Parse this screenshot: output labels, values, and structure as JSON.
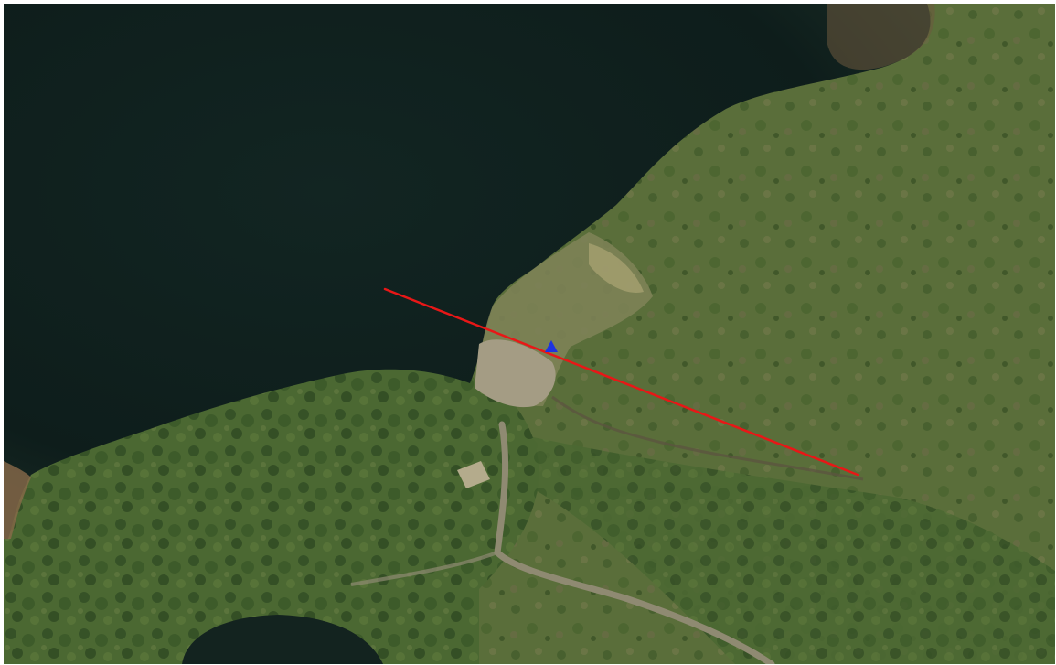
{
  "map": {
    "basemap": "aerial-imagery",
    "colors": {
      "lake_deep": "#10201e",
      "lake_mid": "#1c2d28",
      "land_green": "#4d6a33",
      "forest_dark": "#2f4a22",
      "gravel": "#9c9378",
      "shore_sand": "#a07a55"
    },
    "overlays": {
      "profile_line": {
        "type": "line",
        "color": "#e81717"
      },
      "point_marker": {
        "type": "triangle",
        "color": "#1d33e0"
      }
    }
  }
}
